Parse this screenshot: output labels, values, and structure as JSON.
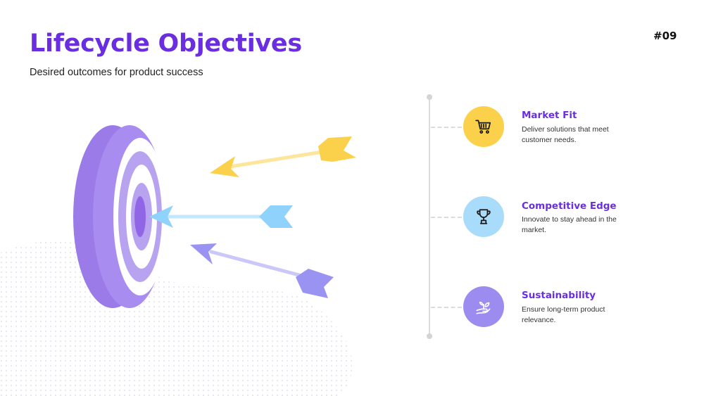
{
  "slide": {
    "title": "Lifecycle Objectives",
    "subtitle": "Desired outcomes for product success",
    "number": "#09"
  },
  "colors": {
    "title": "#6a2ee0",
    "target_outer": "#9a7be8",
    "target_inner": "#b8a3f0",
    "arrow_yellow": "#fbd14b",
    "arrow_blue": "#8fd2fb",
    "arrow_purple": "#9b93f2"
  },
  "objectives": [
    {
      "title": "Market Fit",
      "description": "Deliver solutions that meet customer needs.",
      "icon": "shopping-cart-icon",
      "color": "#fbd14b"
    },
    {
      "title": "Competitive Edge",
      "description": "Innovate to stay ahead in the market.",
      "icon": "trophy-icon",
      "color": "#a8dcfa"
    },
    {
      "title": "Sustainability",
      "description": "Ensure long-term product relevance.",
      "icon": "hand-plant-icon",
      "color": "#9d8cf0"
    }
  ]
}
